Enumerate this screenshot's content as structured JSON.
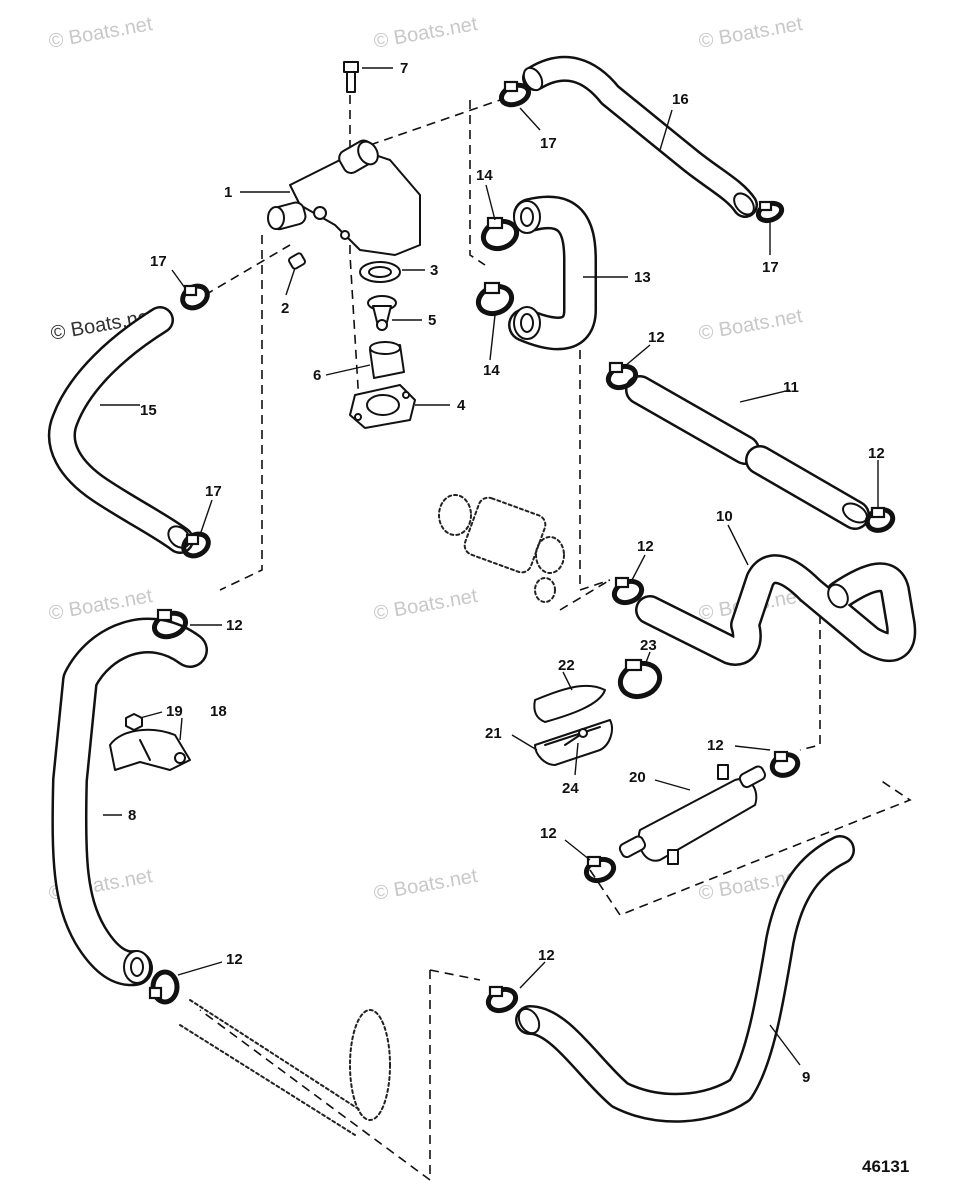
{
  "figure_number": "46131",
  "watermark": "© Boats.net",
  "callouts": {
    "c1": "1",
    "c2": "2",
    "c3": "3",
    "c4": "4",
    "c5": "5",
    "c6": "6",
    "c7": "7",
    "c8": "8",
    "c9": "9",
    "c10": "10",
    "c11": "11",
    "c12": "12",
    "c13": "13",
    "c14": "14",
    "c15": "15",
    "c16": "16",
    "c17": "17",
    "c18": "18",
    "c19": "19",
    "c20": "20",
    "c21": "21",
    "c22": "22",
    "c23": "23",
    "c24": "24"
  },
  "colors": {
    "line": "#111111",
    "paper": "#ffffff",
    "watermark": "#c8c8c8"
  }
}
